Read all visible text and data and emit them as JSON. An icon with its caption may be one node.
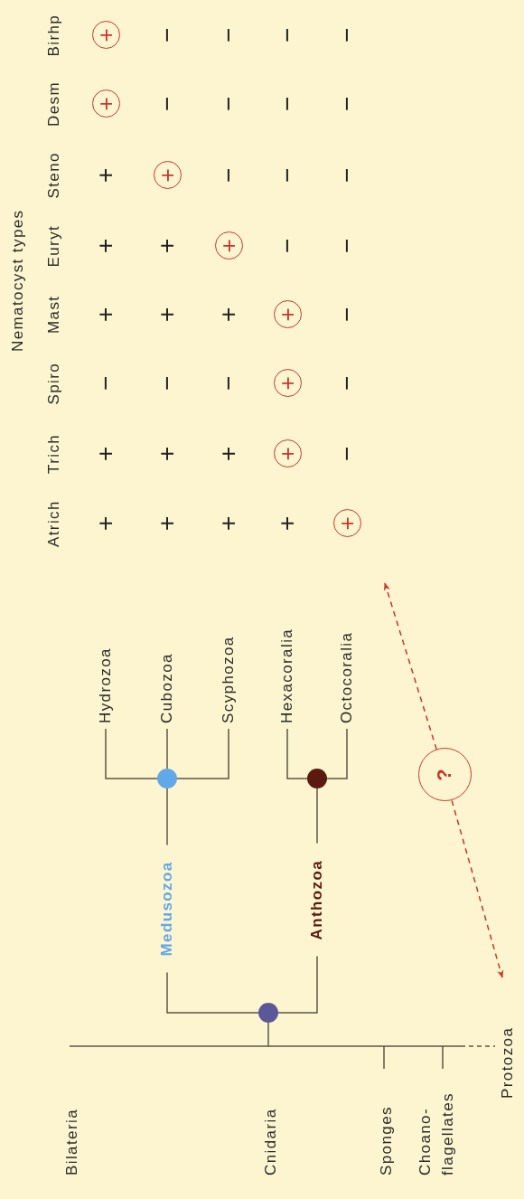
{
  "diagram": {
    "nodes": [
      {
        "text": [],
        "shape": "circle"
      },
      {
        "text": [
          "Medusozoa"
        ]
      },
      {
        "text": [
          "Anthozoa"
        ]
      },
      {
        "text": [],
        "shape": "circle"
      },
      {
        "text": [],
        "shape": "circle"
      },
      {
        "text": [
          "Hydrozoa"
        ]
      },
      {
        "text": [
          "Cubozoa"
        ]
      },
      {
        "text": [
          "Scyphozoa"
        ]
      },
      {
        "text": [
          "Hexacoralia"
        ]
      },
      {
        "text": [
          "Octocoralia"
        ]
      },
      {
        "text": [
          "+"
        ]
      },
      {
        "text": [
          "+"
        ]
      },
      {
        "text": [
          "+"
        ]
      },
      {
        "text": [
          "+"
        ]
      },
      {
        "text": [
          "+"
        ]
      },
      {
        "text": [
          "+"
        ]
      },
      {
        "text": [
          "+"
        ]
      },
      {
        "text": [
          "+"
        ]
      },
      {
        "text": [
          "?"
        ]
      }
    ],
    "edges": [
      {
        "from": 0,
        "to": 1,
        "arrow": "none"
      },
      {
        "from": 0,
        "to": 2,
        "arrow": "none"
      },
      {
        "from": 1,
        "to": 3,
        "arrow": "none"
      },
      {
        "from": 2,
        "to": 4,
        "arrow": "none"
      },
      {
        "from": 3,
        "to": 5,
        "arrow": "none"
      },
      {
        "from": 3,
        "to": 6,
        "arrow": "none"
      },
      {
        "from": 3,
        "to": 7,
        "arrow": "none"
      },
      {
        "from": 4,
        "to": 8,
        "arrow": "none"
      },
      {
        "from": 4,
        "to": 9,
        "arrow": "none"
      },
      {
        "from": 18,
        "to": null,
        "arrow": "to",
        "style": "dashed",
        "color": "#c8372d"
      },
      {
        "from": 18,
        "to": null,
        "arrow": "to",
        "style": "dashed",
        "color": "#c8372d"
      }
    ],
    "labels": [
      "Nematocyst types",
      "Atrich",
      "Trich",
      "Spiro",
      "Mast",
      "Euryt",
      "Steno",
      "Desm",
      "Birhp",
      "+",
      "+",
      "−",
      "+",
      "+",
      "+",
      "+",
      "+",
      "−",
      "+",
      "+",
      "−",
      "−",
      "+",
      "+",
      "−",
      "+",
      "−",
      "−",
      "−",
      "+",
      "−",
      "−",
      "−",
      "−",
      "−",
      "−",
      "−",
      "−",
      "−",
      "−",
      "−",
      "Bilateria",
      "Cnidaria",
      "Sponges",
      "Choano- flagellates",
      "Protozoa"
    ]
  }
}
